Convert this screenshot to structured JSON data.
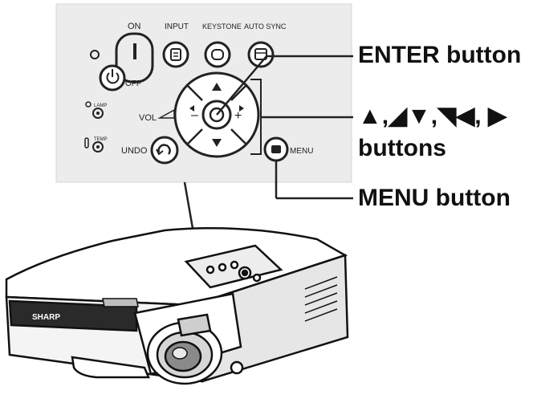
{
  "panel": {
    "labels": {
      "on": "ON",
      "off": "OFF",
      "input": "INPUT",
      "keystone": "KEYSTONE",
      "auto_sync": "AUTO SYNC",
      "lamp": "LAMP",
      "temp": "TEMP",
      "vol": "VOL",
      "undo": "UNDO",
      "menu": "MENU"
    }
  },
  "projector": {
    "brand": "SHARP"
  },
  "callouts": {
    "enter": "ENTER button",
    "arrows_glyphs": "▲,◢▼,◥◀, ▶",
    "arrows_suffix": "buttons",
    "menu": "MENU button"
  },
  "colors": {
    "panel_background": "#ececec",
    "line": "#222222"
  }
}
